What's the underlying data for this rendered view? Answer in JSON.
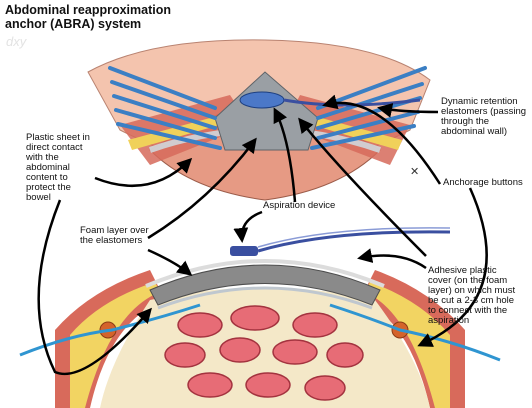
{
  "title": {
    "line1": "Abdominal reapproximation",
    "line2": "anchor (ABRA) system"
  },
  "labels": {
    "dynamic_retention": "Dynamic retention elastomers (passing through the abdominal wall)",
    "plastic_sheet": "Plastic sheet in direct contact with the abdominal content to protect the bowel",
    "anchorage_buttons": "Anchorage buttons",
    "aspiration_device": "Aspiration device",
    "foam_layer": "Foam layer over the elastomers",
    "adhesive_cover": "Adhesive plastic cover (on the foam layer) on which must be cut a 2-3 cm hole to connect with the aspiration"
  },
  "watermark": "dxy",
  "colors": {
    "skin": "#f2b9a2",
    "muscle": "#d8665a",
    "fat": "#f3d35c",
    "elastomer": "#3b7fc4",
    "foam": "#8e8e8e",
    "bowel": "#e76c76",
    "cover": "#3a4fa0"
  }
}
